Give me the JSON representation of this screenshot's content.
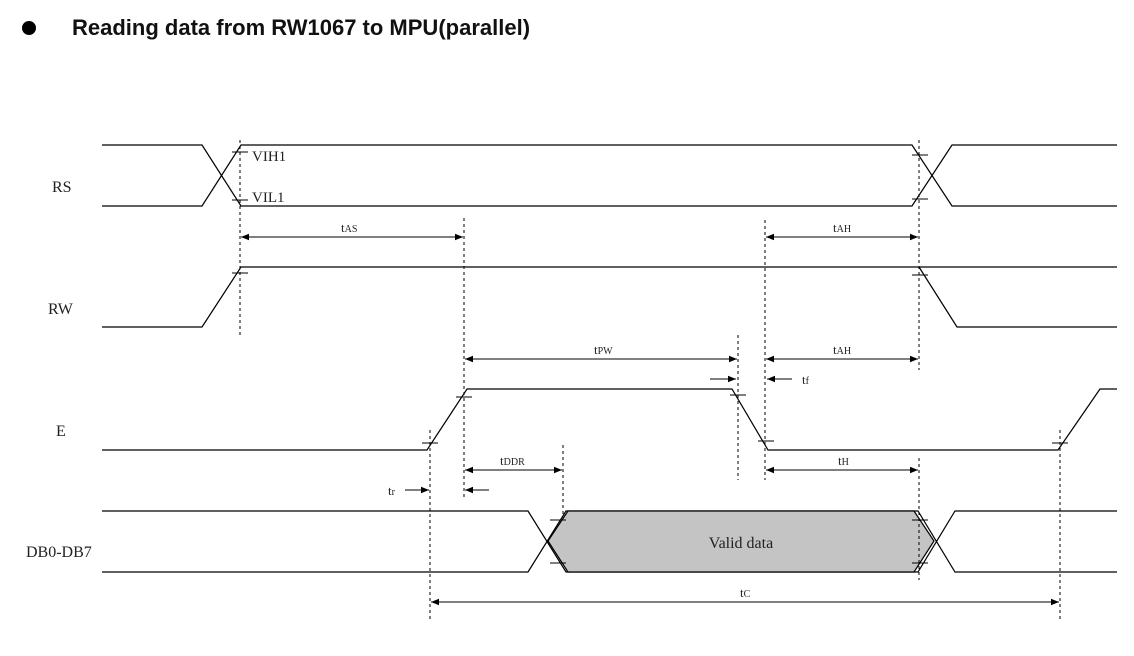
{
  "title": "Reading data from RW1067 to MPU(parallel)",
  "signals": {
    "rs": "RS",
    "rw": "RW",
    "e": "E",
    "db": "DB0-DB7"
  },
  "levels": {
    "vih": "VIH1",
    "vil": "VIL1"
  },
  "timings": {
    "tas": {
      "t": "t",
      "s": "AS"
    },
    "tah1": {
      "t": "t",
      "s": "AH"
    },
    "tpw": {
      "t": "t",
      "s": "PW"
    },
    "tah2": {
      "t": "t",
      "s": "AH"
    },
    "tf": {
      "t": "t",
      "s": "f"
    },
    "tddr": {
      "t": "t",
      "s": "DDR"
    },
    "th": {
      "t": "t",
      "s": "H"
    },
    "tr": {
      "t": "t",
      "s": "r"
    },
    "tc": {
      "t": "t",
      "s": "C"
    }
  },
  "valid_data": "Valid data"
}
